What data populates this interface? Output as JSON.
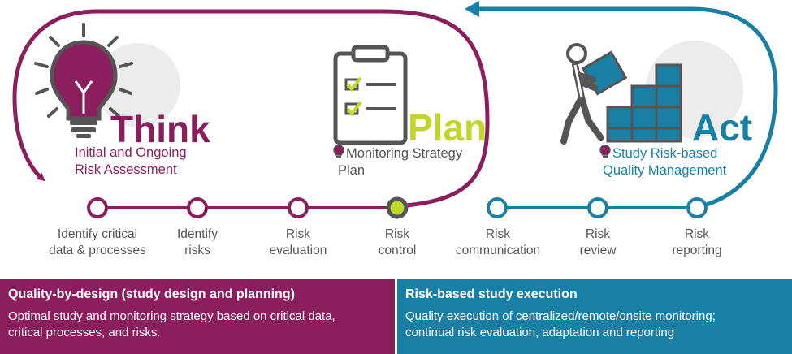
{
  "colors": {
    "plum": "#8b1e5c",
    "teal": "#1a7fa5",
    "lime": "#c2d52a",
    "gray": "#5a5a5a",
    "icon_bg": "#ececec"
  },
  "icons": [
    "lightbulb-icon",
    "clipboard-checklist-icon",
    "person-stacking-boxes-icon"
  ],
  "phases": {
    "think": {
      "title": "Think",
      "desc_line1": "Initial and Ongoing",
      "desc_line2": "Risk Assessment"
    },
    "plan": {
      "title": "Plan",
      "desc_line1": "Monitoring Strategy",
      "desc_line2": "Plan"
    },
    "act": {
      "title": "Act",
      "desc_line1": "Study Risk-based",
      "desc_line2": "Quality Management"
    }
  },
  "steps": [
    {
      "line1": "Identify critical",
      "line2": "data & processes"
    },
    {
      "line1": "Identify",
      "line2": "risks"
    },
    {
      "line1": "Risk",
      "line2": "evaluation"
    },
    {
      "line1": "Risk",
      "line2": "control"
    },
    {
      "line1": "Risk",
      "line2": "communication"
    },
    {
      "line1": "Risk",
      "line2": "review"
    },
    {
      "line1": "Risk",
      "line2": "reporting"
    }
  ],
  "panels": {
    "left": {
      "title": "Quality-by-design (study design and planning)",
      "body_line1": "Optimal study and monitoring strategy based on critical data,",
      "body_line2": "critical processes, and risks."
    },
    "right": {
      "title": "Risk-based study execution",
      "body_line1": "Quality execution of centralized/remote/onsite monitoring;",
      "body_line2": "continual risk evaluation, adaptation and reporting"
    }
  }
}
